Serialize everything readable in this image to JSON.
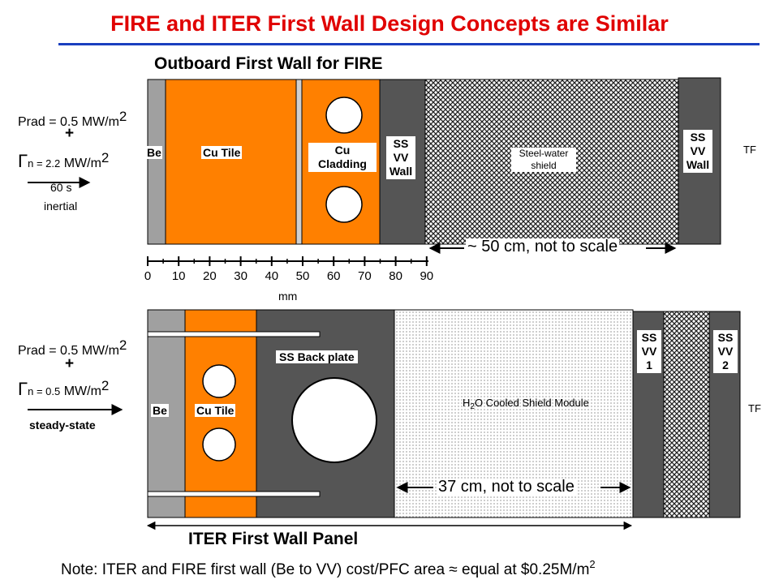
{
  "title": "FIRE and ITER First Wall Design Concepts are Similar",
  "colors": {
    "title": "#e00000",
    "accent_rule": "#1a3fbf",
    "be": "#a0a0a0",
    "copper": "#ff8000",
    "steel": "#555555",
    "coolant": "#ffffff",
    "label_box": "#ffffff"
  },
  "fire": {
    "heading": "Outboard First Wall for FIRE",
    "load": {
      "prad": "Prad = 0.5 MW/m",
      "prad_exp": "2",
      "plus": "+",
      "gamma_symbol": "Γ",
      "gamma": "n = 2.2",
      "gamma_unit": " MW/m",
      "gamma_exp": "2",
      "time": "60 s",
      "mode": "inertial"
    },
    "layers": {
      "be": "Be",
      "tile": "Cu Tile",
      "cladding_line1": "Cu",
      "cladding_line2": "Cladding",
      "vv_wall_line1": "SS",
      "vv_wall_line2": "VV",
      "vv_wall_line3": "Wall",
      "shield_line1": "Steel-water",
      "shield_line2": "shield",
      "vv_outer_line1": "SS",
      "vv_outer_line2": "VV",
      "vv_outer_line3": "Wall",
      "tf": "TF"
    },
    "scale_note": "~ 50 cm, not to scale",
    "axis": {
      "ticks": [
        "0",
        "10",
        "20",
        "30",
        "40",
        "50",
        "60",
        "70",
        "80",
        "90"
      ],
      "unit": "mm"
    }
  },
  "iter": {
    "load": {
      "prad": "Prad = 0.5 MW/m",
      "prad_exp": "2",
      "plus": "+",
      "gamma_symbol": "Γ",
      "gamma": "n = 0.5",
      "gamma_unit": " MW/m",
      "gamma_exp": "2",
      "mode": "steady-state"
    },
    "layers": {
      "be": "Be",
      "tile": "Cu Tile",
      "back_plate": "SS  Back plate",
      "shield_pre": "H",
      "shield_sub": "2",
      "shield_post": "O Cooled Shield Module",
      "vv1_line1": "SS",
      "vv1_line2": "VV",
      "vv1_line3": "1",
      "vv2_line1": "SS",
      "vv2_line2": "VV",
      "vv2_line3": "2",
      "tf": "TF"
    },
    "scale_note": "37 cm, not to scale",
    "panel_label": "ITER First Wall Panel"
  },
  "note": {
    "text": "Note: ITER and FIRE first wall (Be to VV) cost/PFC area ≈ equal at $0.25M/m",
    "exp": "2"
  }
}
